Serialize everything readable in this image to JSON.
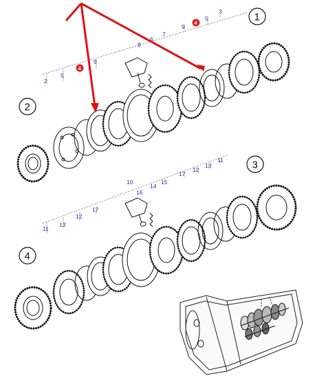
{
  "callouts": {
    "one": "1",
    "two": "2",
    "three": "3",
    "four": "4"
  },
  "top_assembly": {
    "labels": [
      "2",
      "5",
      "9",
      "8",
      "6",
      "7",
      "9",
      "5",
      "3"
    ],
    "red_badges": [
      "4",
      "4"
    ]
  },
  "bottom_assembly": {
    "labels": [
      "10",
      "16",
      "14",
      "15",
      "17",
      "12",
      "13",
      "11",
      "11",
      "13",
      "12",
      "17"
    ]
  },
  "colors": {
    "arrow": "#dd1111",
    "label": "#2233aa",
    "badge": "#dd2222",
    "line": "#111111"
  }
}
